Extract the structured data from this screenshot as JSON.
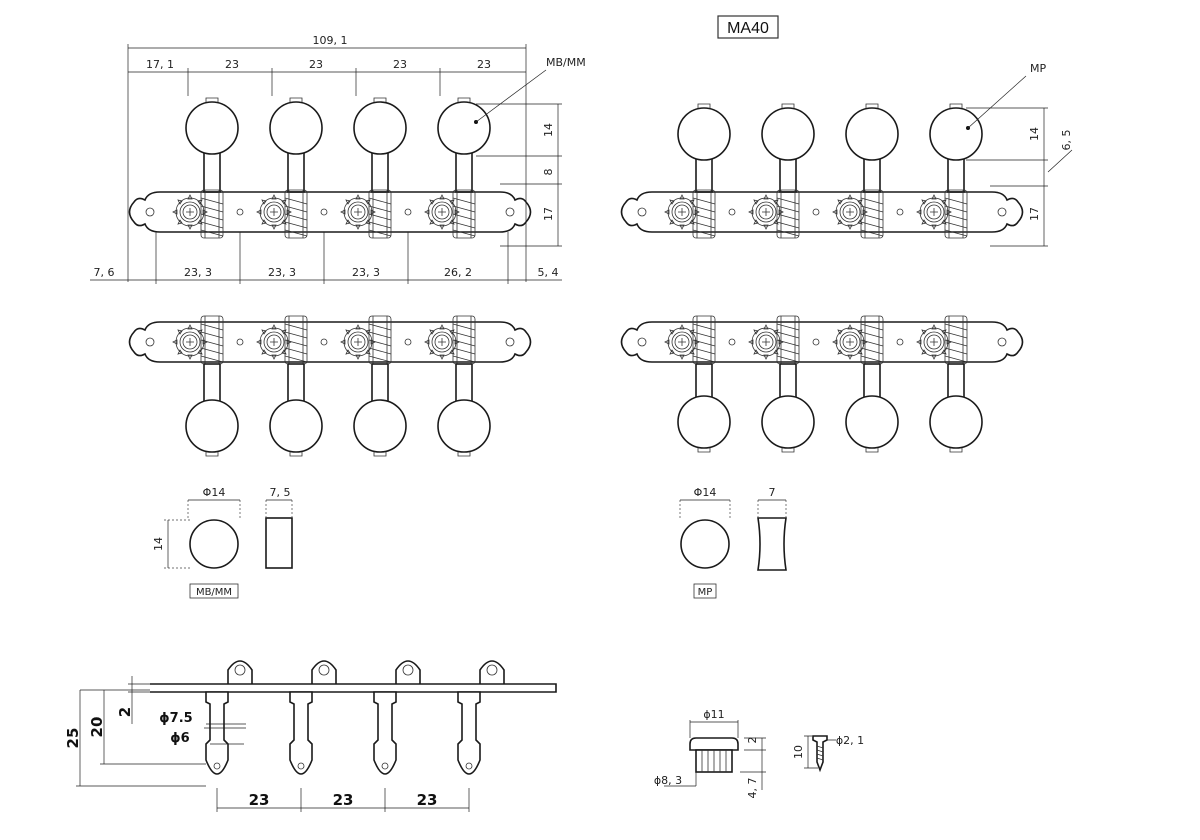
{
  "title": "MA40",
  "labels": {
    "mb_mm": "MB/MM",
    "mp": "MP"
  },
  "dims_top_left": {
    "total": "109, 1",
    "seg0": "17, 1",
    "seg1": "23",
    "seg2": "23",
    "seg3": "23",
    "seg4": "23",
    "b_left": "7, 6",
    "b1": "23, 3",
    "b2": "23, 3",
    "b3": "23, 3",
    "b4": "26, 2",
    "b_right": "5, 4",
    "v14": "14",
    "v8": "8",
    "v17": "17"
  },
  "dims_top_right": {
    "v14": "14",
    "v65": "6, 5",
    "v17": "17"
  },
  "knob_mbmm": {
    "dia": "Φ14",
    "height": "14",
    "width": "7, 5",
    "caption": "MB/MM"
  },
  "knob_mp": {
    "dia": "Φ14",
    "width": "7",
    "caption": "MP"
  },
  "side_view": {
    "h25": "25",
    "h20": "20",
    "h2": "2",
    "d75": "ϕ7.5",
    "d6": "ϕ6",
    "p1": "23",
    "p2": "23",
    "p3": "23"
  },
  "bushing": {
    "d11": "ϕ11",
    "h2": "2",
    "d83": "ϕ8, 3",
    "h47": "4, 7"
  },
  "screw": {
    "len": "10",
    "dia": "ϕ2, 1"
  }
}
